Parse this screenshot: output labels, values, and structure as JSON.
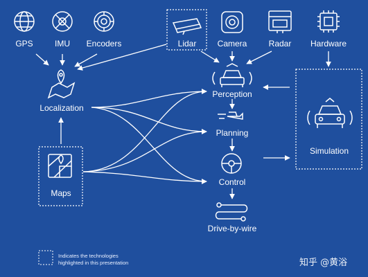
{
  "nodes": {
    "gps": "GPS",
    "imu": "IMU",
    "encoders": "Encoders",
    "lidar": "Lidar",
    "camera": "Camera",
    "radar": "Radar",
    "hardware": "Hardware",
    "localization": "Localization",
    "maps": "Maps",
    "perception": "Perception",
    "planning": "Planning",
    "control": "Control",
    "drive_by_wire": "Drive-by-wire",
    "simulation": "Simulation"
  },
  "legend": {
    "line1": "Indicates the technologies",
    "line2": "highlighted in this presentation"
  },
  "watermark": "知乎 @黄浴",
  "colors": {
    "background": "#1f4f9e",
    "line": "#ffffff"
  }
}
